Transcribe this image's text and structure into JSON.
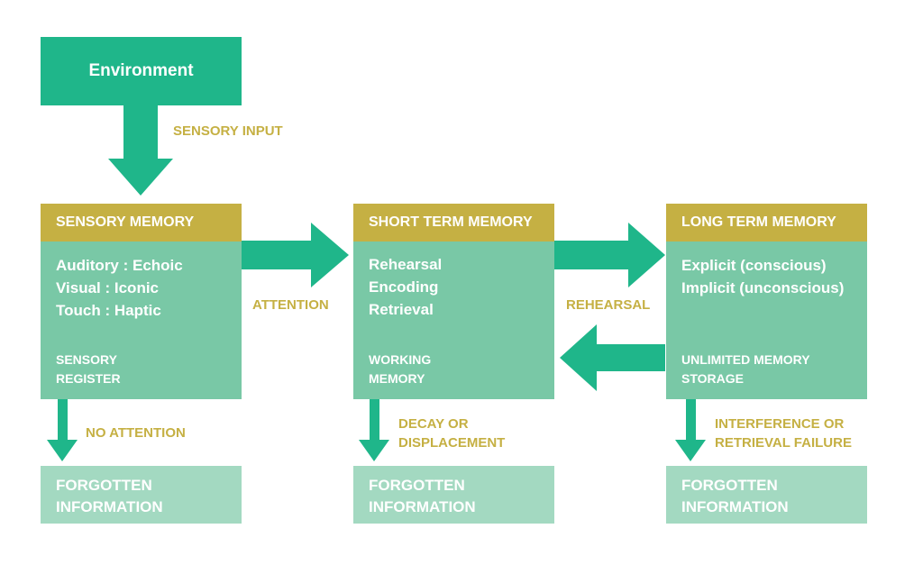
{
  "environment": {
    "label": "Environment"
  },
  "flow_labels": {
    "sensory_input": "SENSORY INPUT",
    "attention": "ATTENTION",
    "rehearsal": "REHEARSAL",
    "no_attention": "NO ATTENTION",
    "decay": [
      "DECAY OR",
      "DISPLACEMENT"
    ],
    "interference": [
      "INTERFERENCE OR",
      "RETRIEVAL FAILURE"
    ]
  },
  "stages": [
    {
      "title": "SENSORY MEMORY",
      "items": [
        "Auditory : Echoic",
        "Visual : Iconic",
        "Touch : Haptic"
      ],
      "footer": [
        "SENSORY",
        "REGISTER"
      ],
      "outcome": [
        "FORGOTTEN",
        "INFORMATION"
      ]
    },
    {
      "title": "SHORT TERM MEMORY",
      "items": [
        "Rehearsal",
        "Encoding",
        "Retrieval"
      ],
      "footer": [
        "WORKING",
        "MEMORY"
      ],
      "outcome": [
        "FORGOTTEN",
        "INFORMATION"
      ]
    },
    {
      "title": "LONG TERM MEMORY",
      "items": [
        "Explicit (conscious)",
        "Implicit (unconscious)"
      ],
      "footer": [
        "UNLIMITED MEMORY",
        "STORAGE"
      ],
      "outcome": [
        "FORGOTTEN",
        "INFORMATION"
      ]
    }
  ],
  "colors": {
    "arrow_green": "#1fb68a",
    "header_gold": "#c5b043",
    "stage_green": "#79c8a6",
    "outcome_green": "#a3d9c1",
    "label_gold": "#c5b043"
  }
}
